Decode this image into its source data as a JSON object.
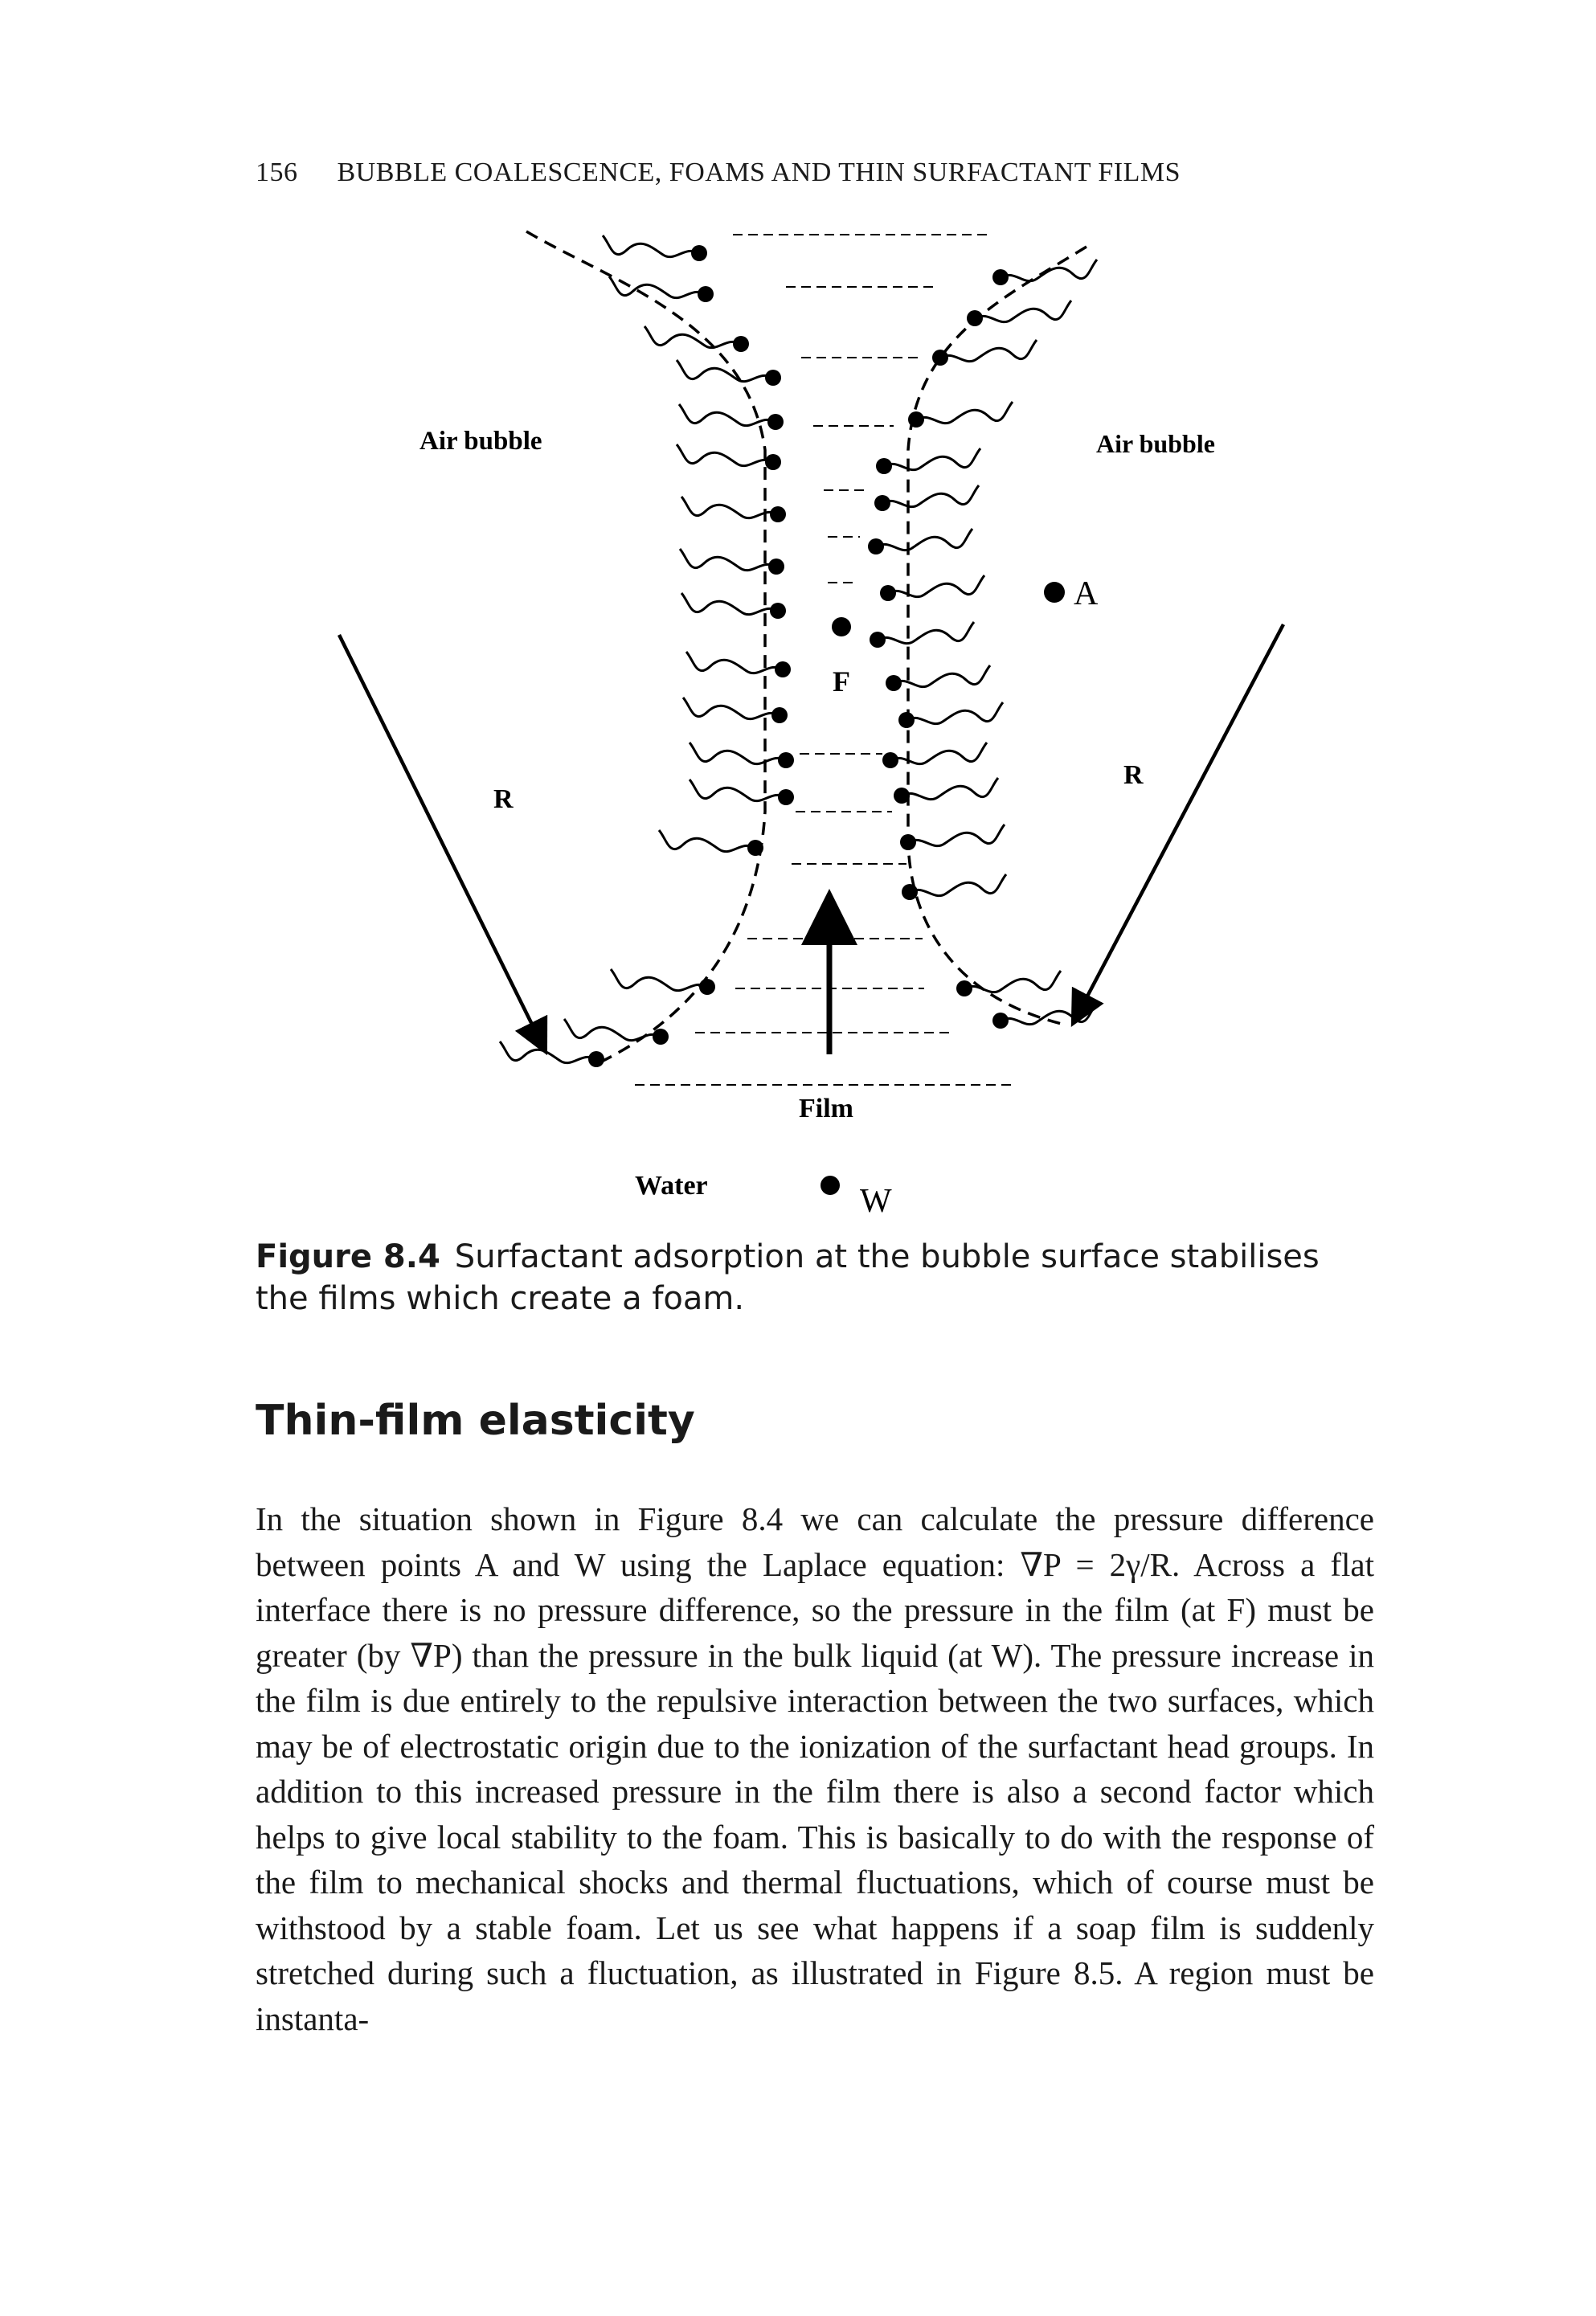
{
  "header": {
    "page_number": "156",
    "running_title": "BUBBLE COALESCENCE, FOAMS AND THIN SURFACTANT FILMS"
  },
  "figure": {
    "labels": {
      "air_bubble_left": "Air bubble",
      "air_bubble_right": "Air bubble",
      "point_a": "A",
      "point_f": "F",
      "point_w": "W",
      "radius_left": "R",
      "radius_right": "R",
      "film": "Film",
      "water": "Water"
    }
  },
  "caption": {
    "label": "Figure 8.4",
    "text": "Surfactant adsorption at the bubble surface stabilises the films which create a foam."
  },
  "section": {
    "title": "Thin-film elasticity"
  },
  "body": {
    "paragraph": "In the situation shown in Figure 8.4 we can calculate the pressure difference between points A and W using the Laplace equation: ∇P = 2γ/R. Across a flat interface there is no pressure difference, so the pressure in the film (at F) must be greater (by ∇P) than the pressure in the bulk liquid (at W). The pressure increase in the film is due entirely to the repulsive interaction between the two surfaces, which may be of electrostatic origin due to the ionization of the surfactant head groups. In addition to this increased pressure in the film there is also a second factor which helps to give local stability to the foam. This is basically to do with the response of the film to mechanical shocks and thermal fluctuations, which of course must be withstood by a stable foam. Let us see what happens if a soap film is suddenly stretched during such a fluctuation, as illustrated in Figure 8.5. A region must be instanta-"
  }
}
